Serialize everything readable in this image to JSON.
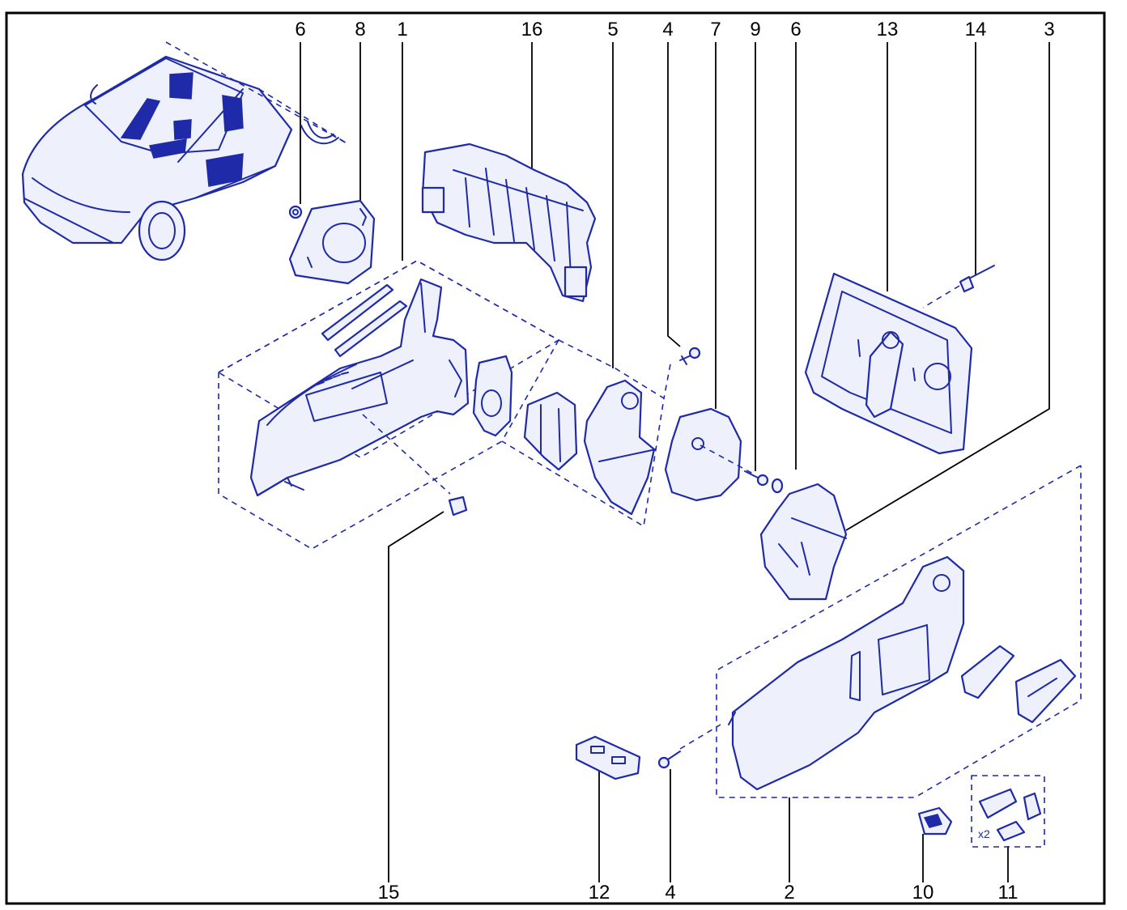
{
  "callouts": {
    "top": [
      "6",
      "8",
      "1",
      "16",
      "5",
      "4",
      "7",
      "9",
      "6",
      "13",
      "14",
      "3"
    ],
    "bottom": [
      "15",
      "12",
      "4",
      "2",
      "10",
      "11"
    ]
  },
  "quantity_label": "x2",
  "colors": {
    "line": "#1f2aa8",
    "fill": "#eef1fb",
    "frame": "#000000"
  }
}
